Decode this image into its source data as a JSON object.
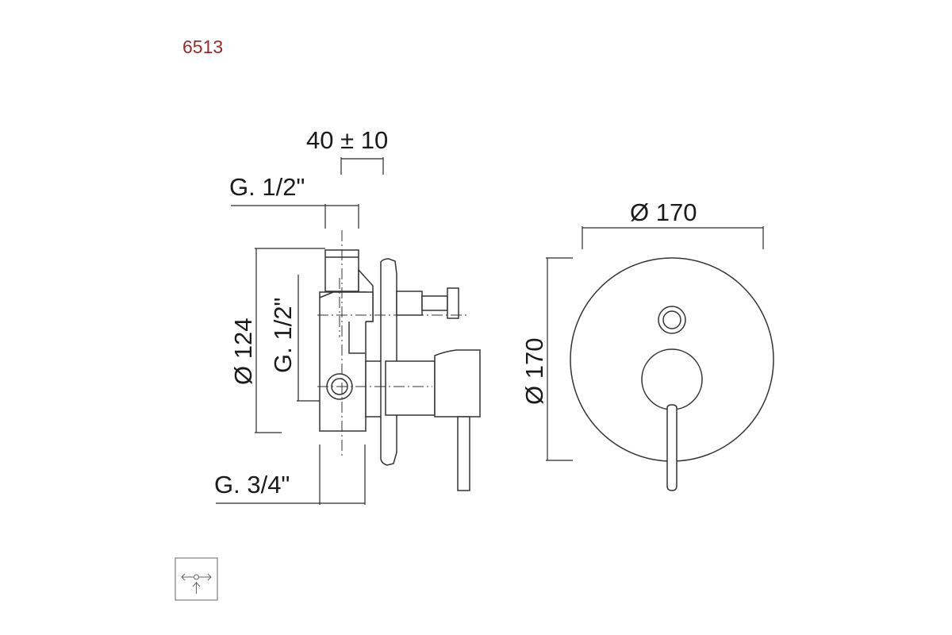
{
  "header": {
    "product_code": "6513",
    "code_color": "#9b2a2a"
  },
  "side_view": {
    "dim_depth": "40 ± 10",
    "dim_top_connection": "G. 1/2\"",
    "dim_vertical_diameter": "Ø 124",
    "dim_vertical_connection": "G. 1/2\"",
    "dim_bottom_connection": "G. 3/4\""
  },
  "front_view": {
    "dim_width": "Ø 170",
    "dim_height": "Ø 170"
  },
  "symbol": {
    "icon": "installation-symbol-icon"
  }
}
